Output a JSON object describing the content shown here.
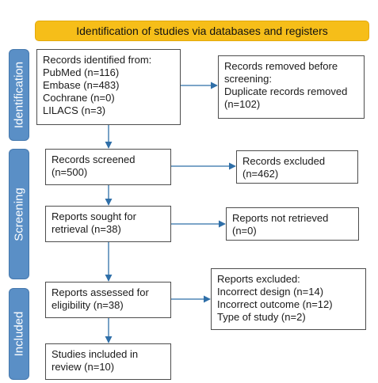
{
  "header": "Identification of studies via databases and registers",
  "phases": {
    "identification": "Identification",
    "screening": "Screening",
    "included": "Included"
  },
  "boxes": {
    "records_identified": [
      "Records identified from:",
      "PubMed (n=116)",
      "Embase (n=483)",
      "Cochrane (n=0)",
      "LILACS (n=3)"
    ],
    "records_removed": [
      "Records removed before",
      "screening:",
      "Duplicate records removed",
      "(n=102)"
    ],
    "records_screened": [
      "Records screened",
      "(n=500)"
    ],
    "records_excluded": [
      "Records excluded",
      "(n=462)"
    ],
    "reports_sought": [
      "Reports sought for",
      "retrieval (n=38)"
    ],
    "reports_not_retrieved": [
      "Reports not retrieved",
      "(n=0)"
    ],
    "reports_assessed": [
      "Reports assessed for",
      "eligibility (n=38)"
    ],
    "reports_excluded": [
      "Reports excluded:",
      "Incorrect design (n=14)",
      "Incorrect outcome (n=12)",
      "Type of study (n=2)"
    ],
    "studies_included": [
      "Studies included in",
      "review (n=10)"
    ]
  },
  "colors": {
    "header_fill": "#f6be19",
    "phase_fill": "#5a8fc6",
    "arrow": "#2f6fa8"
  }
}
